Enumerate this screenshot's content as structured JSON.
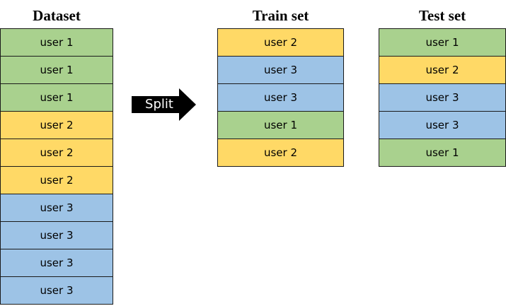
{
  "colors": {
    "user 1": "#a9d18e",
    "user 2": "#ffd966",
    "user 3": "#9dc3e6",
    "arrow": "#000000"
  },
  "dataset": {
    "title": "Dataset",
    "rows": [
      "user 1",
      "user 1",
      "user 1",
      "user 2",
      "user 2",
      "user 2",
      "user 3",
      "user 3",
      "user 3",
      "user 3"
    ]
  },
  "split": {
    "label": "Split"
  },
  "train_set": {
    "title": "Train set",
    "rows": [
      "user 2",
      "user 3",
      "user 3",
      "user 1",
      "user 2"
    ]
  },
  "test_set": {
    "title": "Test set",
    "rows": [
      "user 1",
      "user 2",
      "user 3",
      "user 3",
      "user 1"
    ]
  }
}
